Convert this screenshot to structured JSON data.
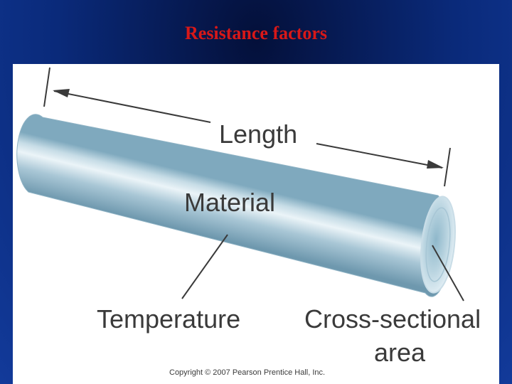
{
  "slide": {
    "title": "Resistance factors"
  },
  "diagram": {
    "labels": {
      "length": "Length",
      "material": "Material",
      "temperature": "Temperature",
      "cross_section_line1": "Cross-sectional",
      "cross_section_line2": "area"
    },
    "copyright": "Copyright © 2007 Pearson Prentice Hall, Inc."
  },
  "colors": {
    "background": "#0a2a7a",
    "title": "#d81818",
    "cylinder": "#a9c7d6",
    "label_text": "#3a3a3a"
  }
}
